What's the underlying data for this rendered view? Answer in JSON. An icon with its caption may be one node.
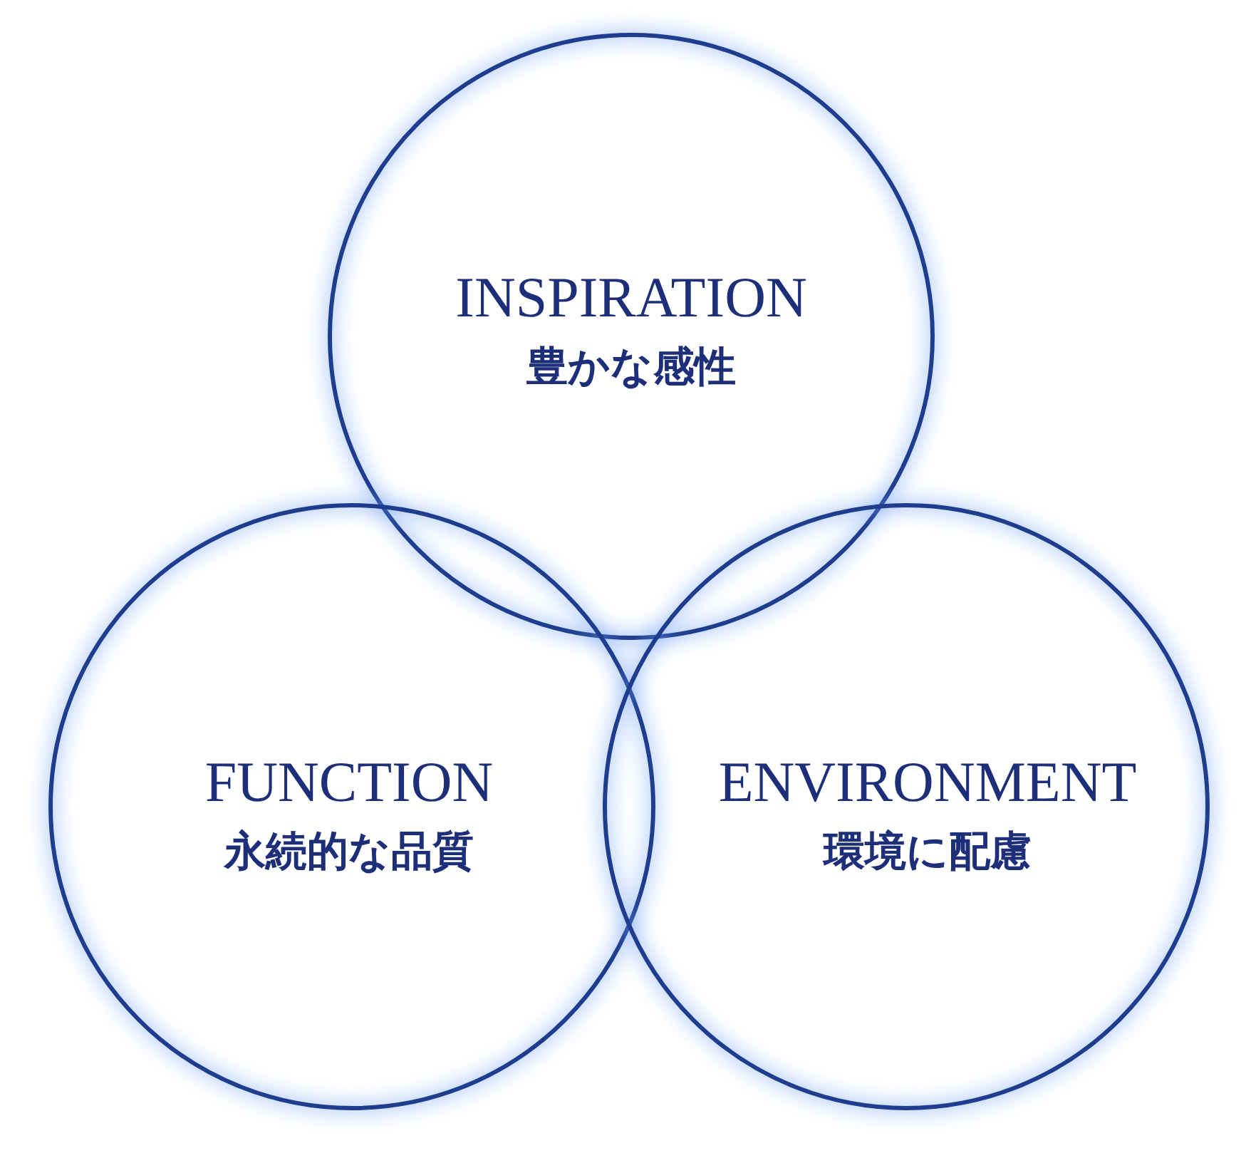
{
  "diagram": {
    "nodes": [
      {
        "text": [
          "INSPIRATION",
          "豊かな感性"
        ]
      },
      {
        "text": [
          "FUNCTION",
          "永続的な品質"
        ]
      },
      {
        "text": [
          "ENVIRONMENT",
          "環境に配慮"
        ]
      }
    ]
  }
}
